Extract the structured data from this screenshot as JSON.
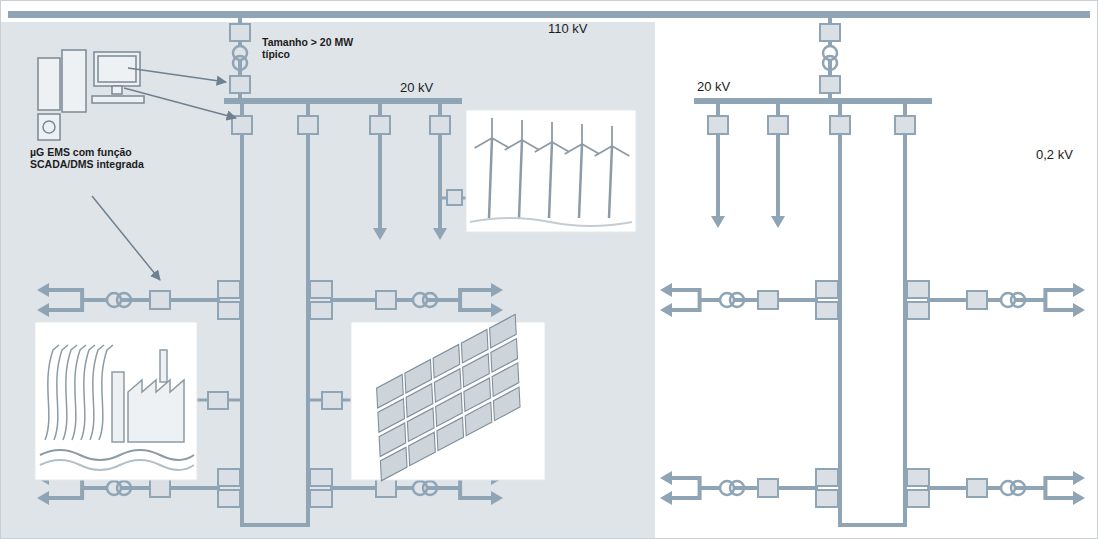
{
  "diagram": {
    "labels": [
      "110 kV",
      "Tamanho > 20 MW típico",
      "20 kV",
      "µG EMS com função SCADA/DMS integrada",
      "20 kV",
      "0,2 kV"
    ]
  }
}
